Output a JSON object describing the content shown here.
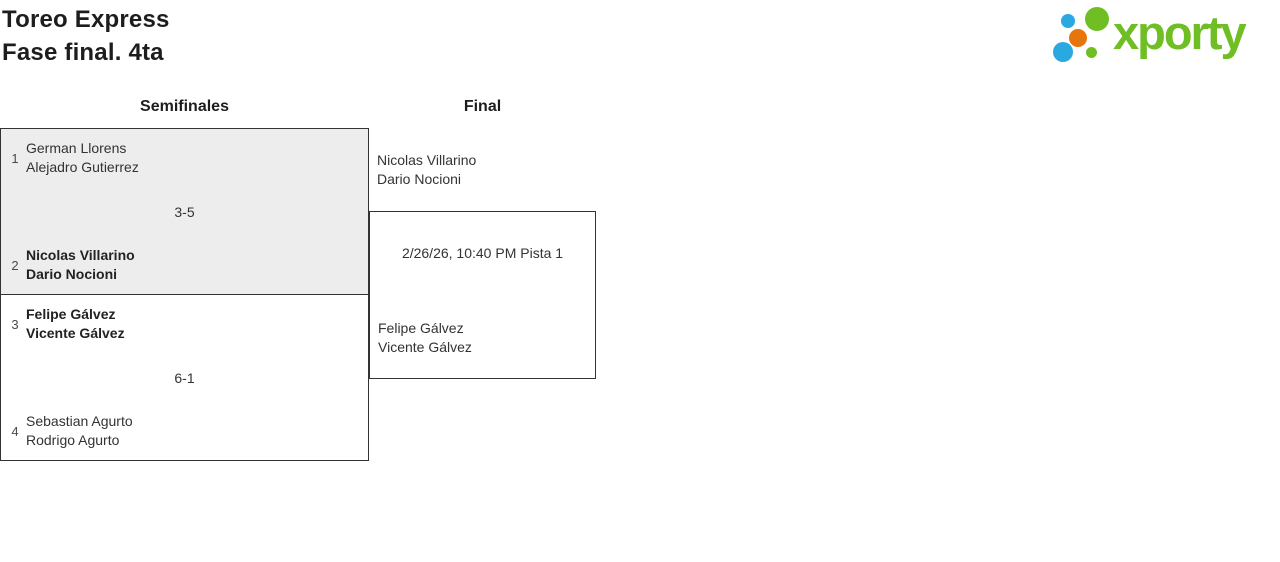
{
  "header": {
    "title": "Toreo Express",
    "subtitle": "Fase final. 4ta"
  },
  "logo": {
    "brand": "xporty",
    "colors": {
      "green": "#6fbe23",
      "blue": "#29a9e0",
      "orange": "#e8740c"
    }
  },
  "bracket": {
    "rounds": [
      {
        "name": "Semifinales",
        "matches": [
          {
            "team1": {
              "seed": "1",
              "players": [
                "German Llorens",
                "Alejadro Gutierrez"
              ],
              "winner": false
            },
            "team2": {
              "seed": "2",
              "players": [
                "Nicolas Villarino",
                "Dario Nocioni"
              ],
              "winner": true
            },
            "score": "3-5"
          },
          {
            "team1": {
              "seed": "3",
              "players": [
                "Felipe Gálvez",
                "Vicente Gálvez"
              ],
              "winner": true
            },
            "team2": {
              "seed": "4",
              "players": [
                "Sebastian Agurto",
                "Rodrigo Agurto"
              ],
              "winner": false
            },
            "score": "6-1"
          }
        ]
      },
      {
        "name": "Final",
        "matches": [
          {
            "team1": {
              "players": [
                "Nicolas Villarino",
                "Dario Nocioni"
              ],
              "winner": false
            },
            "team2": {
              "players": [
                "Felipe Gálvez",
                "Vicente Gálvez"
              ],
              "winner": false
            },
            "schedule": "2/26/26, 10:40 PM Pista 1"
          }
        ]
      }
    ]
  }
}
